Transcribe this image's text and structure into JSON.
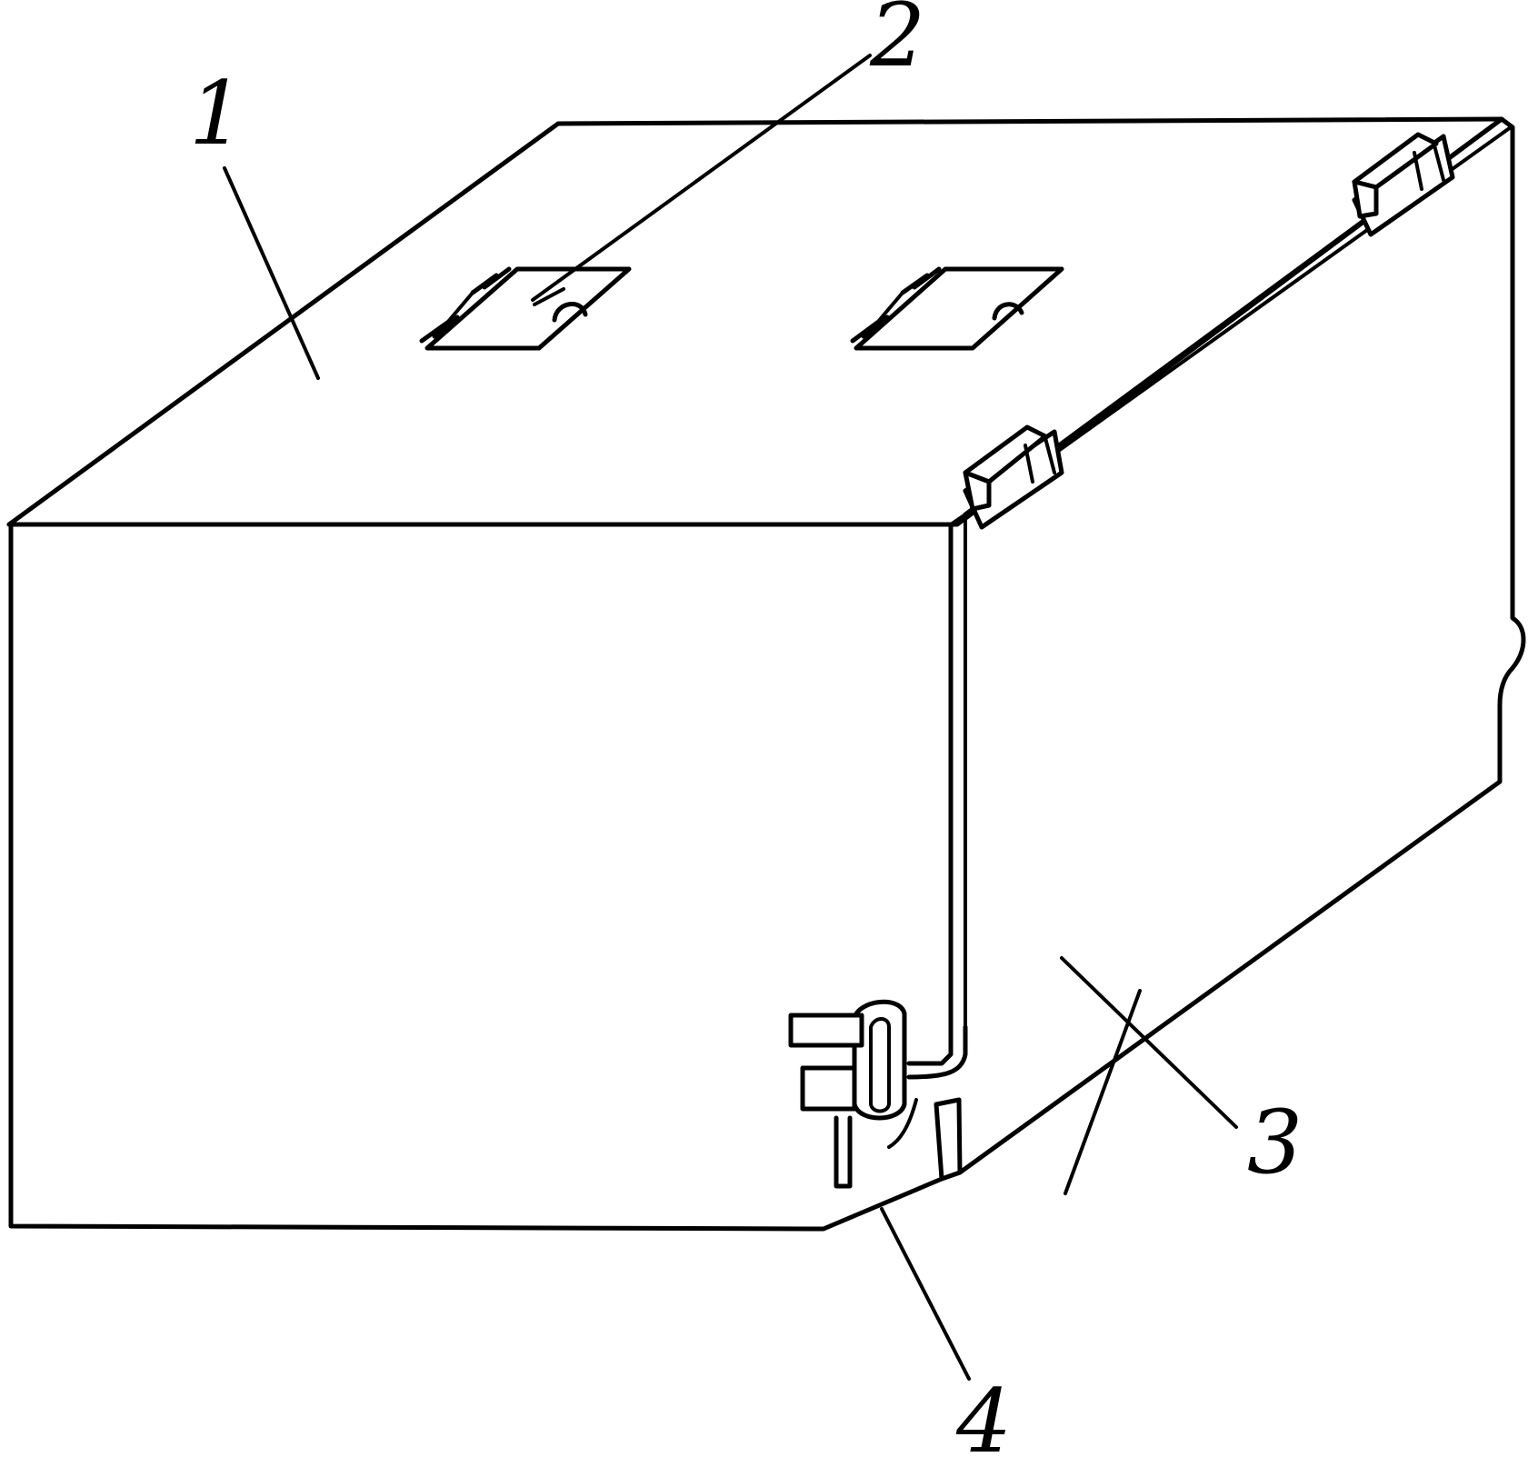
{
  "labels": [
    {
      "id": "1",
      "text": "1"
    },
    {
      "id": "2",
      "text": "2"
    },
    {
      "id": "3",
      "text": "3"
    },
    {
      "id": "4",
      "text": "4"
    }
  ],
  "colors": {
    "ink": "#000000",
    "paper": "#ffffff"
  }
}
